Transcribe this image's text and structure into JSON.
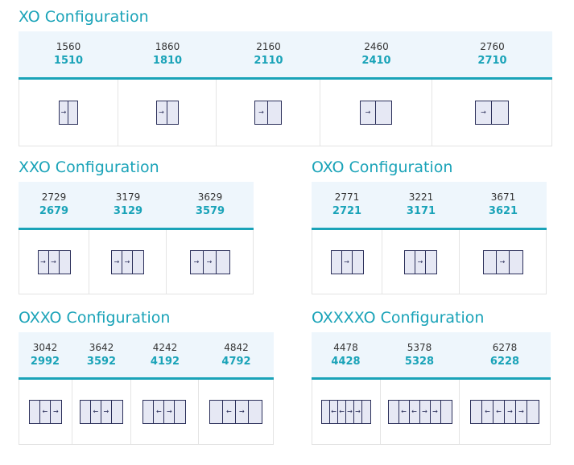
{
  "sections": [
    {
      "title": "XO Configuration",
      "cols": [
        {
          "top": "1560",
          "bot": "1510"
        },
        {
          "top": "1860",
          "bot": "1810"
        },
        {
          "top": "2160",
          "bot": "2110"
        },
        {
          "top": "2460",
          "bot": "2410"
        },
        {
          "top": "2760",
          "bot": "2710"
        }
      ]
    },
    {
      "title": "XXO Configuration",
      "cols": [
        {
          "top": "2729",
          "bot": "2679"
        },
        {
          "top": "3179",
          "bot": "3129"
        },
        {
          "top": "3629",
          "bot": "3579"
        }
      ]
    },
    {
      "title": "OXO Configuration",
      "cols": [
        {
          "top": "2771",
          "bot": "2721"
        },
        {
          "top": "3221",
          "bot": "3171"
        },
        {
          "top": "3671",
          "bot": "3621"
        }
      ]
    },
    {
      "title": "OXXO Configuration",
      "cols": [
        {
          "top": "3042",
          "bot": "2992"
        },
        {
          "top": "3642",
          "bot": "3592"
        },
        {
          "top": "4242",
          "bot": "4192"
        },
        {
          "top": "4842",
          "bot": "4792"
        }
      ]
    },
    {
      "title": "OXXXXO Configuration",
      "cols": [
        {
          "top": "4478",
          "bot": "4428"
        },
        {
          "top": "5378",
          "bot": "5328"
        },
        {
          "top": "6278",
          "bot": "6228"
        }
      ]
    }
  ],
  "arrow_glyph": "→",
  "arrow_left_glyph": "←",
  "colors": {
    "accent": "#1aa3b8",
    "header_bg": "#eef6fc",
    "frame": "#2b2f5a",
    "glass": "#e6e8f4"
  }
}
